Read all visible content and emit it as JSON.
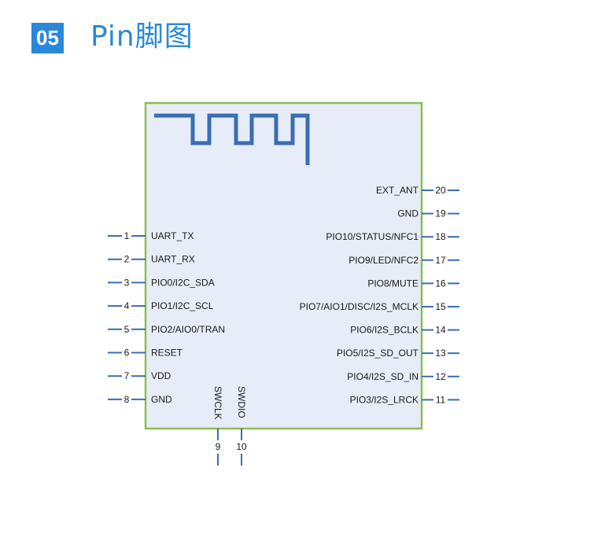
{
  "header": {
    "number": "05",
    "title": "Pin脚图"
  },
  "colors": {
    "accent": "#2a88d8",
    "chip_fill": "#e6edf8",
    "chip_border": "#8cbf4c",
    "pin": "#3a6db5"
  },
  "left_pins": [
    {
      "num": "1",
      "label": "UART_TX"
    },
    {
      "num": "2",
      "label": "UART_RX"
    },
    {
      "num": "3",
      "label": "PIO0/I2C_SDA"
    },
    {
      "num": "4",
      "label": "PIO1/I2C_SCL"
    },
    {
      "num": "5",
      "label": "PIO2/AIO0/TRAN"
    },
    {
      "num": "6",
      "label": "RESET"
    },
    {
      "num": "7",
      "label": "VDD"
    },
    {
      "num": "8",
      "label": "GND"
    }
  ],
  "right_pins": [
    {
      "num": "20",
      "label": "EXT_ANT"
    },
    {
      "num": "19",
      "label": "GND"
    },
    {
      "num": "18",
      "label": "PIO10/STATUS/NFC1"
    },
    {
      "num": "17",
      "label": "PIO9/LED/NFC2"
    },
    {
      "num": "16",
      "label": "PIO8/MUTE"
    },
    {
      "num": "15",
      "label": "PIO7/AIO1/DISC/I2S_MCLK"
    },
    {
      "num": "14",
      "label": "PIO6/I2S_BCLK"
    },
    {
      "num": "13",
      "label": "PIO5/I2S_SD_OUT"
    },
    {
      "num": "12",
      "label": "PIO4/I2S_SD_IN"
    },
    {
      "num": "11",
      "label": "PIO3/I2S_LRCK"
    }
  ],
  "bottom_pins": [
    {
      "num": "9",
      "label": "SWCLK"
    },
    {
      "num": "10",
      "label": "SWDIO"
    }
  ]
}
